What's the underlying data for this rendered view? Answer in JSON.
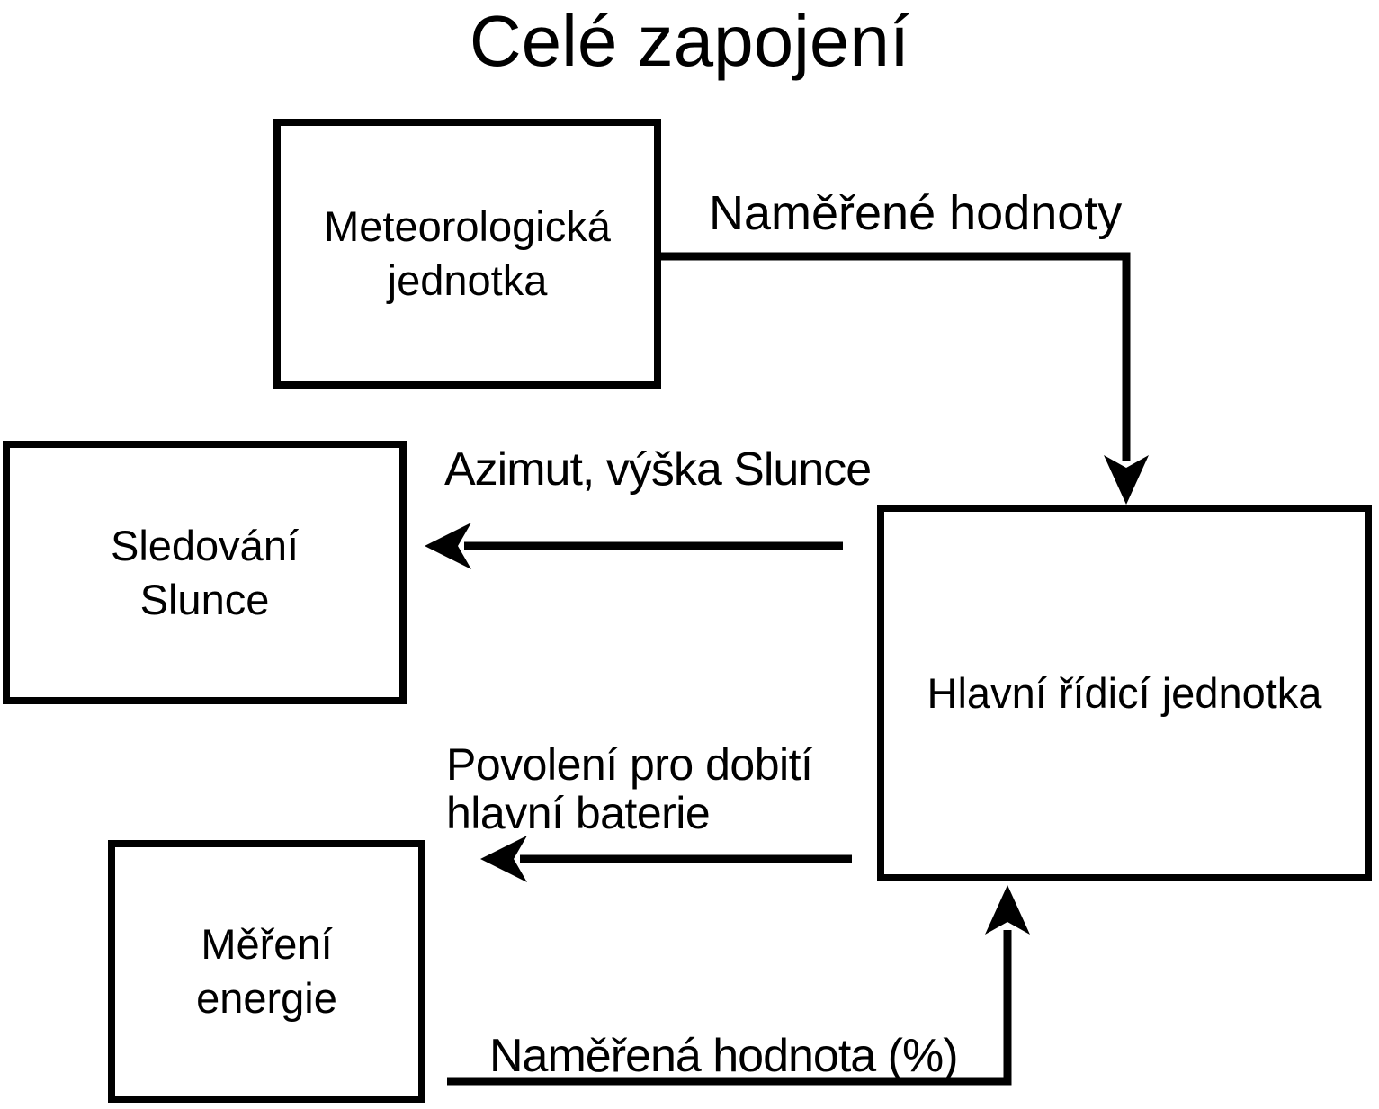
{
  "title": "Celé zapojení",
  "colors": {
    "background": "#ffffff",
    "foreground": "#000000"
  },
  "nodes": [
    {
      "id": "meteorologicka-jednotka",
      "lines": [
        "Meteorologická",
        "jednotka"
      ]
    },
    {
      "id": "sledovani-slunce",
      "lines": [
        "Sledování",
        "Slunce"
      ]
    },
    {
      "id": "mereni-energie",
      "lines": [
        "Měření",
        "energie"
      ]
    },
    {
      "id": "hlavni-ridici-jednotka",
      "lines": [
        "Hlavní řídicí jednotka"
      ]
    }
  ],
  "edges": [
    {
      "id": "namerene-hodnoty",
      "label": "Naměřené hodnoty",
      "from": "meteorologicka-jednotka",
      "to": "hlavni-ridici-jednotka"
    },
    {
      "id": "azimut-vyska-slunce",
      "label": "Azimut, výška Slunce",
      "from": "hlavni-ridici-jednotka",
      "to": "sledovani-slunce"
    },
    {
      "id": "povoleni-pro-dobiti",
      "label_lines": [
        "Povolení pro dobití",
        "hlavní baterie"
      ],
      "from": "hlavni-ridici-jednotka",
      "to": "mereni-energie"
    },
    {
      "id": "namerena-hodnota",
      "label": "Naměřená hodnota (%)",
      "from": "mereni-energie",
      "to": "hlavni-ridici-jednotka"
    }
  ]
}
